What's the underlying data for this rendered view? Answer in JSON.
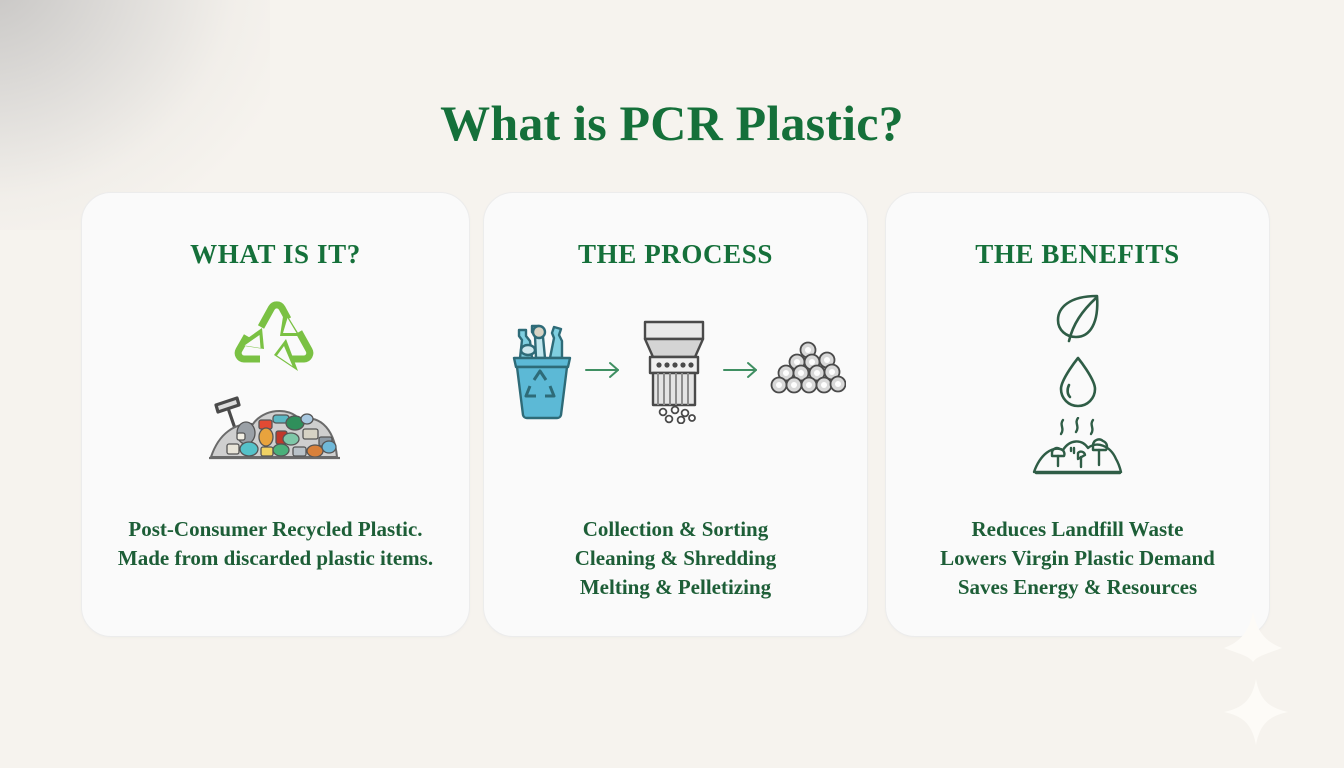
{
  "page": {
    "title": "What is PCR Plastic?",
    "background_color": "#f6f3ee",
    "accent_color": "#15703a",
    "recycle_green": "#7ac143",
    "bin_blue": "#4fa8d8"
  },
  "cards": [
    {
      "id": "what-is-it",
      "title": "WHAT IS IT?",
      "icons": [
        "recycle-symbol-icon",
        "trash-pile-icon"
      ],
      "lines": [
        "Post-Consumer Recycled Plastic.",
        "Made from discarded plastic items."
      ]
    },
    {
      "id": "the-process",
      "title": "THE PROCESS",
      "icons": [
        "recycle-bin-icon",
        "arrow-right-icon",
        "shredder-machine-icon",
        "arrow-right-icon",
        "plastic-pellets-icon"
      ],
      "lines": [
        "Collection & Sorting",
        "Cleaning & Shredding",
        "Melting & Pelletizing"
      ]
    },
    {
      "id": "the-benefits",
      "title": "THE BENEFITS",
      "icons": [
        "leaf-icon",
        "water-drop-icon",
        "landscape-hills-icon"
      ],
      "lines": [
        "Reduces Landfill Waste",
        "Lowers Virgin Plastic Demand",
        "Saves Energy & Resources"
      ]
    }
  ],
  "decorations": {
    "sparkle_label": "sparkle-decoration"
  }
}
